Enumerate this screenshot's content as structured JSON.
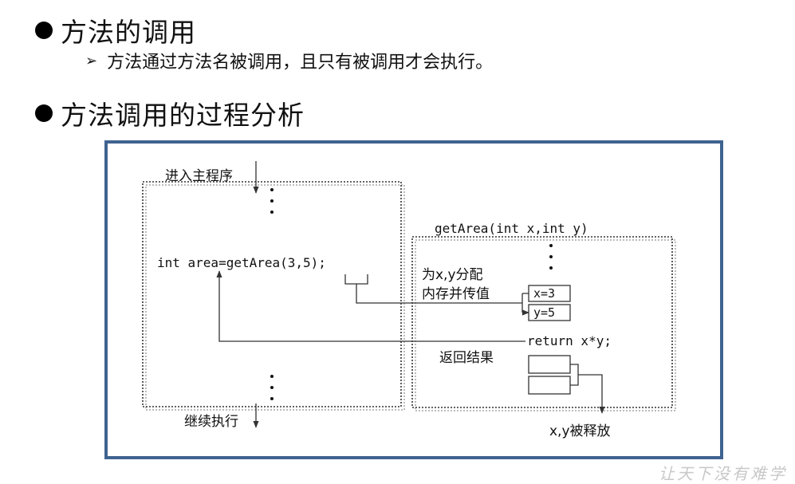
{
  "bullets": [
    {
      "title": "方法的调用"
    },
    {
      "title": "方法调用的过程分析"
    }
  ],
  "sub_point": "方法通过方法名被调用，且只有被调用才会执行。",
  "diagram": {
    "enter_main": "进入主程序",
    "continue_exec": "继续执行",
    "main_code": "int area=getArea(3,5);",
    "method_sig": "getArea(int x,int y)",
    "alloc_line1": "为x,y分配",
    "alloc_line2": "内存并传值",
    "x_val": "x=3",
    "y_val": "y=5",
    "return_stmt": "return x*y;",
    "return_result": "返回结果",
    "released": "x,y被释放"
  },
  "watermark": "让天下没有难学",
  "colors": {
    "frame_border": "#3f6390",
    "watermark": "#c8c8c8"
  }
}
